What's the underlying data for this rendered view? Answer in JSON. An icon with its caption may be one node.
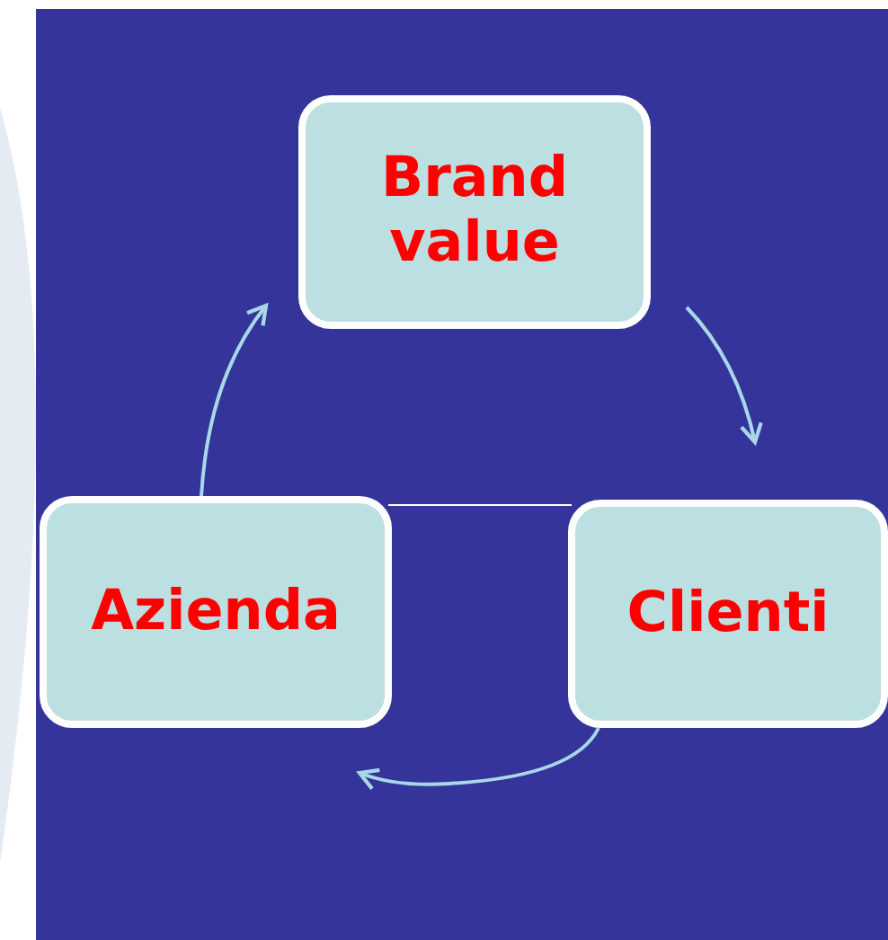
{
  "diagram": {
    "nodes": [
      {
        "text": [
          "Brand value"
        ]
      },
      {
        "text": [
          "Clienti"
        ]
      },
      {
        "text": [
          "Azienda"
        ]
      }
    ],
    "edges": [
      {
        "from": 0,
        "to": 1,
        "arrow": "to"
      },
      {
        "from": 1,
        "to": 2,
        "arrow": "to"
      },
      {
        "from": 2,
        "to": 0,
        "arrow": "to"
      }
    ]
  }
}
